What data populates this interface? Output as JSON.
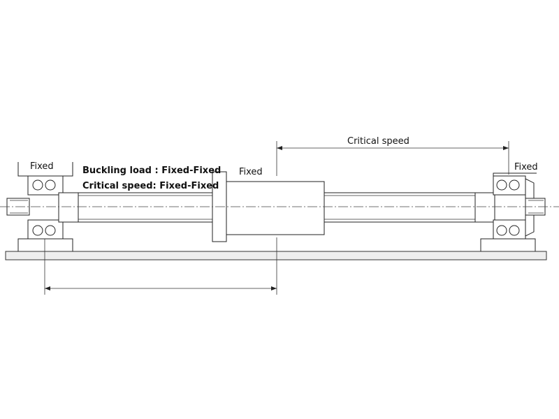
{
  "labels": {
    "fixed_left": "Fixed",
    "fixed_nut": "Fixed",
    "fixed_right": "Fixed",
    "buckling_load": "Buckling load : Fixed-Fixed",
    "critical_speed_left": "Critical speed: Fixed-Fixed",
    "critical_speed_top": "Critical speed"
  },
  "colors": {
    "line": "#222222",
    "base_fill": "#eeeeee"
  }
}
